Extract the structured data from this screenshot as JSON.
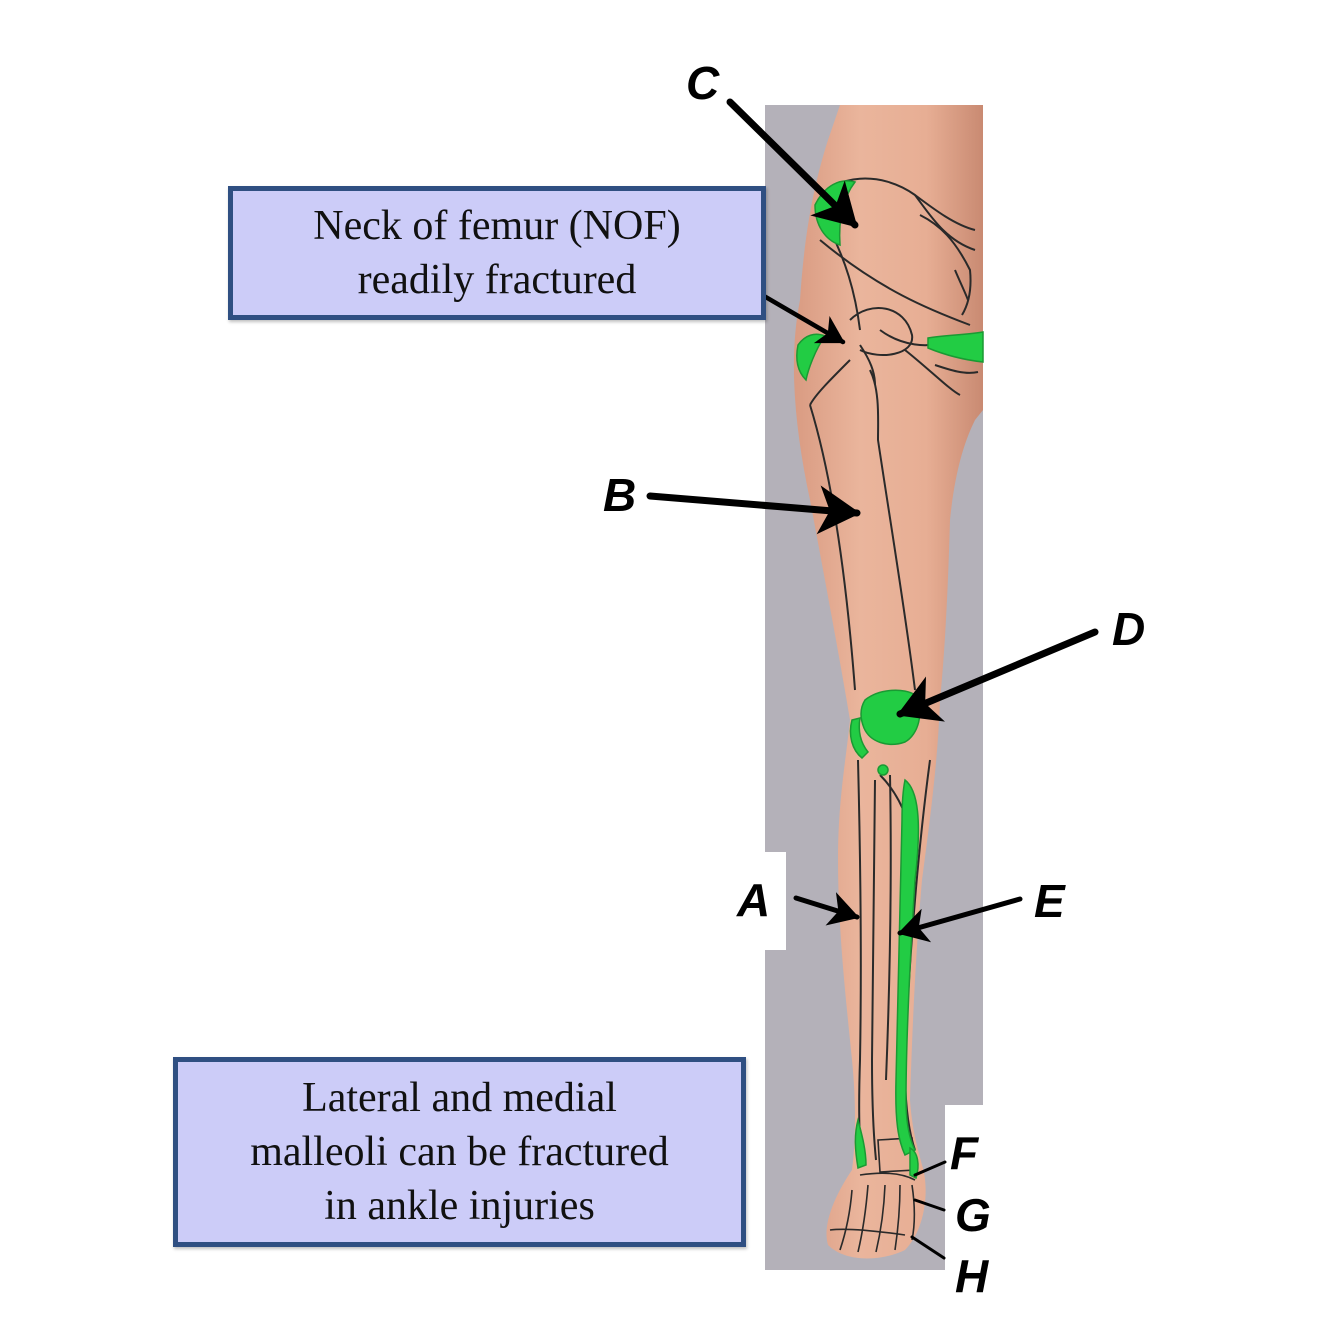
{
  "callouts": {
    "nof": [
      "Neck of femur (NOF)",
      "readily fractured"
    ],
    "malleoli": [
      "Lateral and medial",
      "malleoli can be fractured",
      "in ankle injuries"
    ]
  },
  "labels": {
    "A": "A",
    "B": "B",
    "C": "C",
    "D": "D",
    "E": "E",
    "F": "F",
    "G": "G",
    "H": "H"
  },
  "colors": {
    "highlight": "#22cc44",
    "callout_fill": "#ccccf8",
    "callout_border": "#2f4f82",
    "skin": "#e6ad94",
    "backdrop": "#b4b1b9"
  }
}
